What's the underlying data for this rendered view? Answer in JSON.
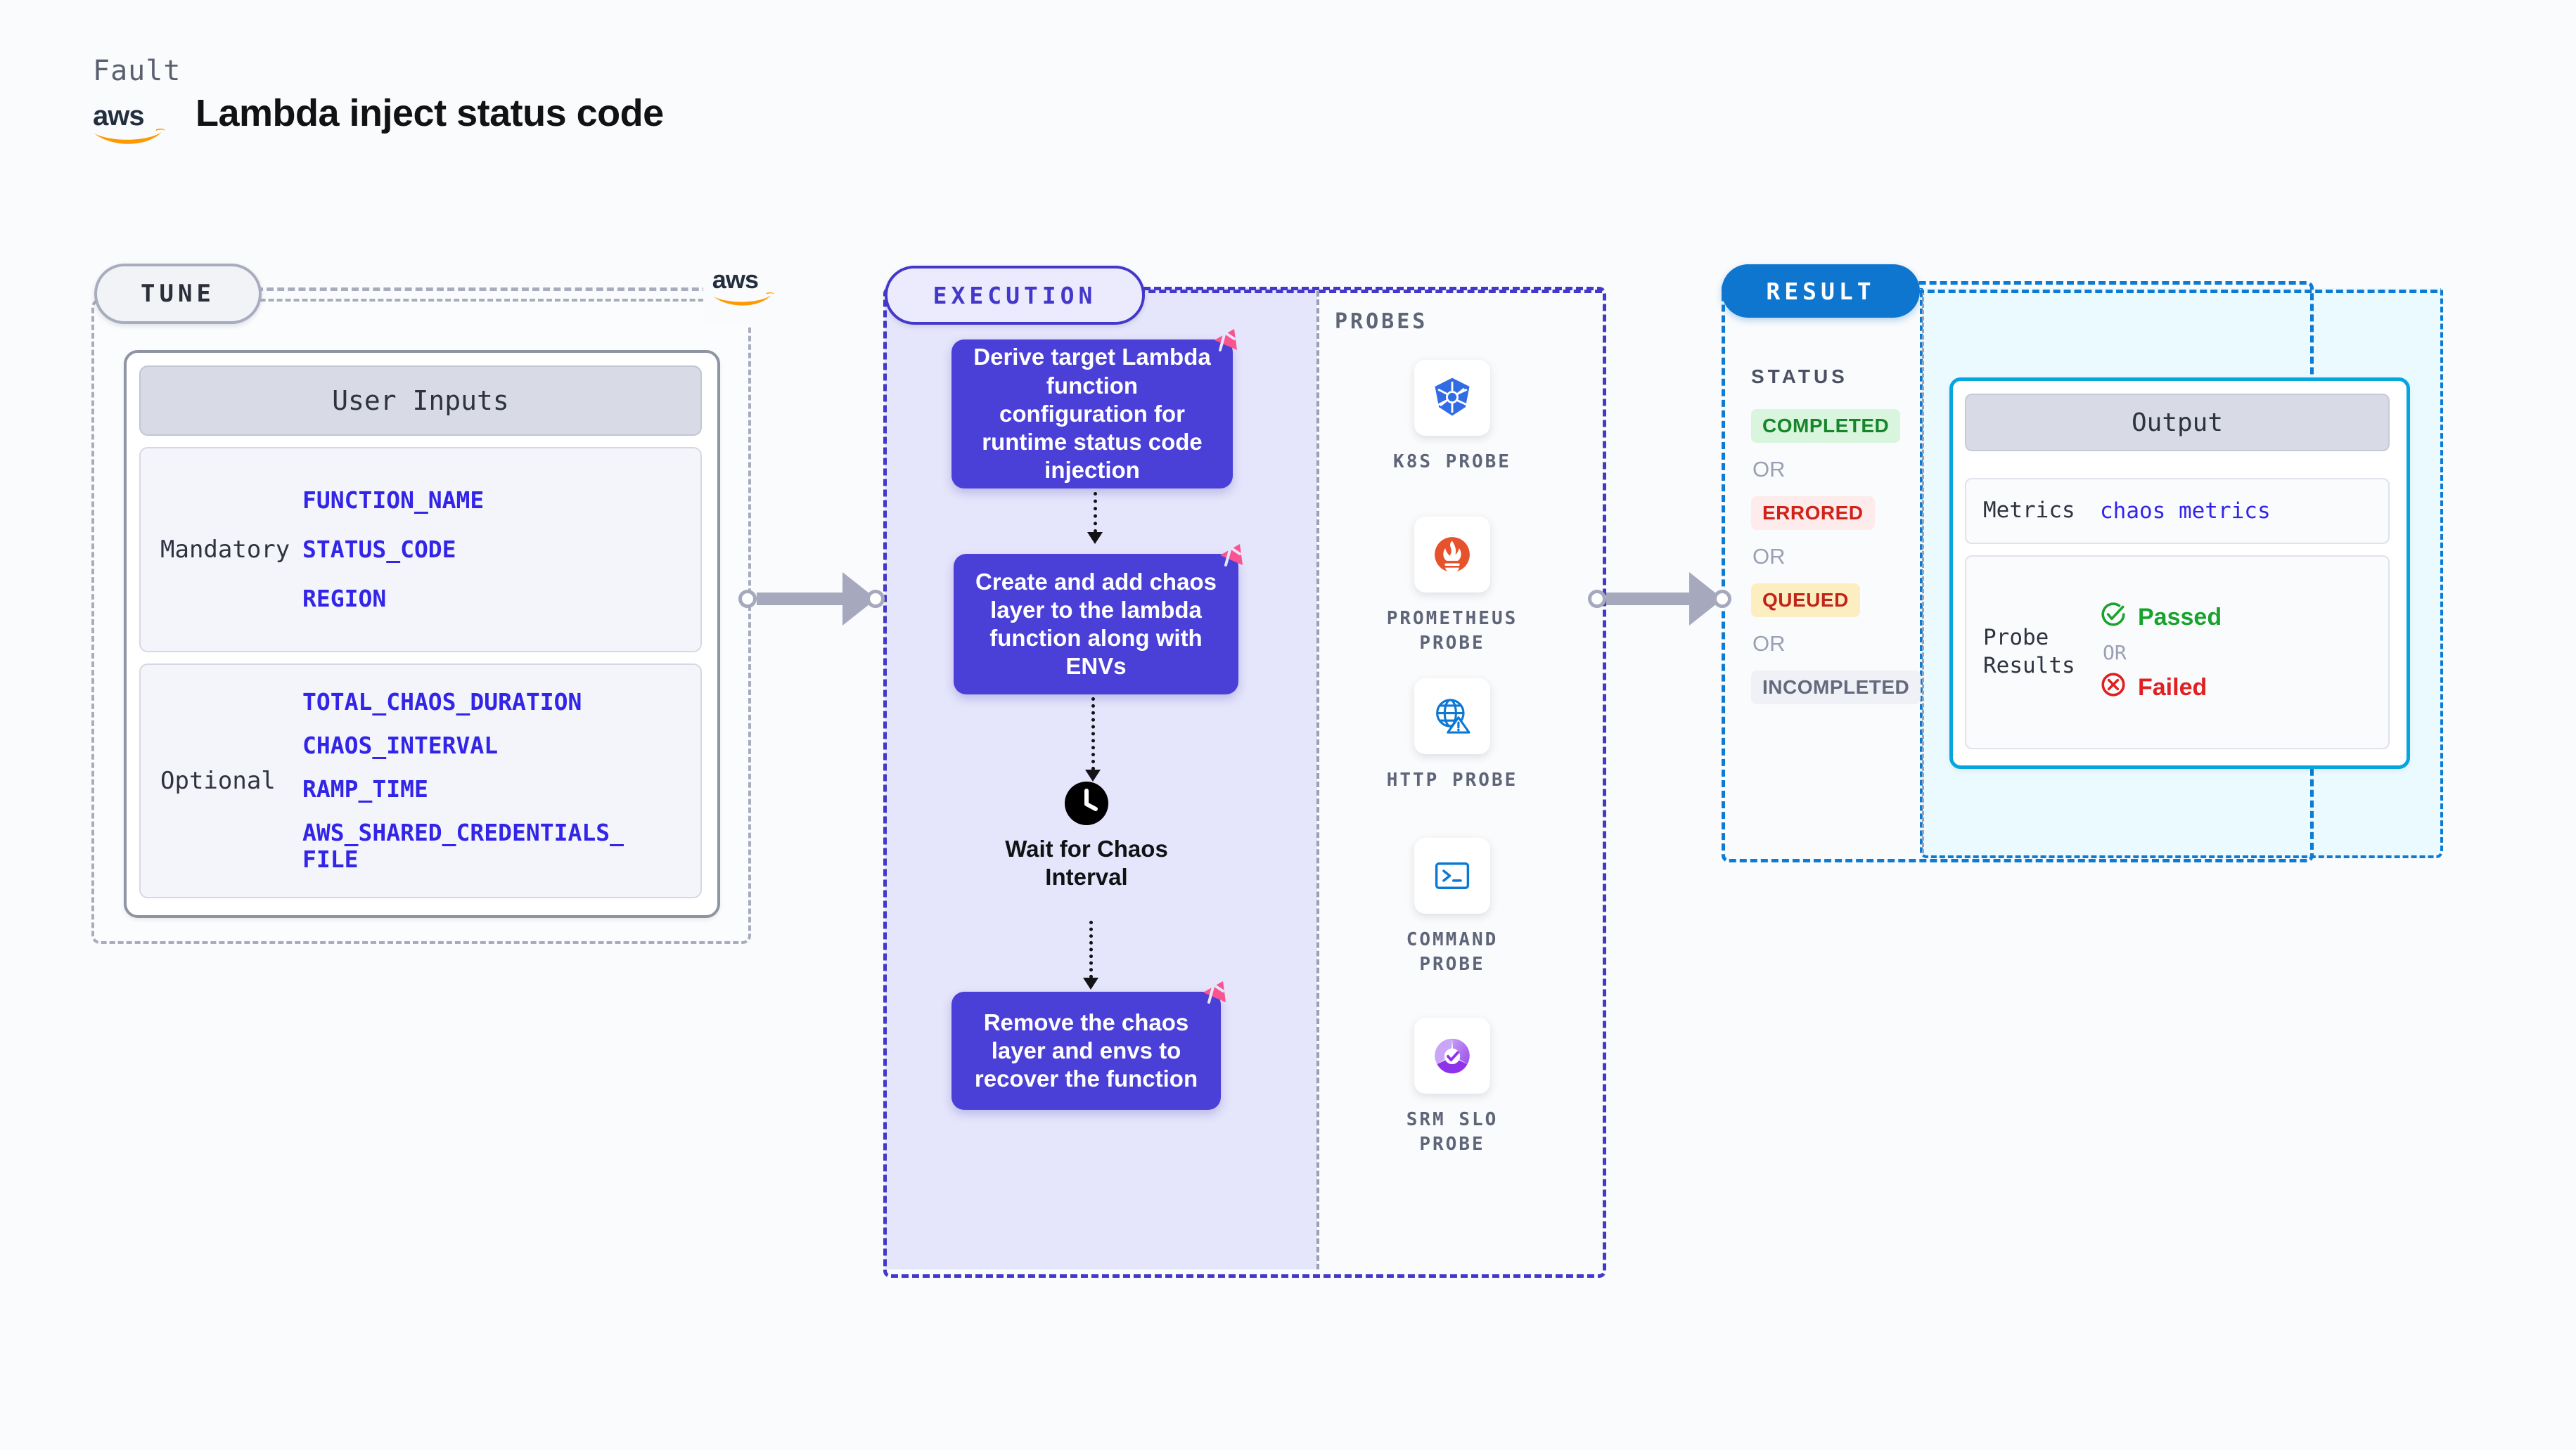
{
  "header": {
    "kicker": "Fault",
    "title": "Lambda inject status code",
    "provider_logo": "aws-logo"
  },
  "tune": {
    "pill_label": "TUNE",
    "provider_badge_icon": "aws-logo-icon",
    "card_title": "User Inputs",
    "groups": [
      {
        "label": "Mandatory",
        "params": [
          "FUNCTION_NAME",
          "STATUS_CODE",
          "REGION"
        ]
      },
      {
        "label": "Optional",
        "params": [
          "TOTAL_CHAOS_DURATION",
          "CHAOS_INTERVAL",
          "RAMP_TIME",
          "AWS_SHARED_CREDENTIALS_\nFILE"
        ]
      }
    ]
  },
  "execution": {
    "pill_label": "EXECUTION",
    "steps": [
      {
        "text": "Derive target Lambda function configuration for runtime status code injection",
        "badge_icon": "litmus-corner-icon"
      },
      {
        "text": "Create and add chaos layer to the lambda function along with ENVs",
        "badge_icon": "litmus-corner-icon"
      },
      {
        "text": "Remove the chaos layer and envs to recover the function",
        "badge_icon": "litmus-corner-icon"
      }
    ],
    "wait_node": {
      "icon": "clock-icon",
      "label": "Wait for Chaos Interval"
    }
  },
  "probes": {
    "section_label": "PROBES",
    "items": [
      {
        "name": "K8S PROBE",
        "icon": "kubernetes-icon"
      },
      {
        "name": "PROMETHEUS PROBE",
        "icon": "prometheus-icon"
      },
      {
        "name": "HTTP PROBE",
        "icon": "http-globe-warning-icon"
      },
      {
        "name": "COMMAND PROBE",
        "icon": "terminal-icon"
      },
      {
        "name": "SRM SLO PROBE",
        "icon": "srm-slo-icon"
      }
    ]
  },
  "result": {
    "pill_label": "RESULT",
    "status_label": "STATUS",
    "or_label": "OR",
    "statuses": [
      {
        "label": "COMPLETED",
        "bg": "#d9f5dd",
        "fg": "#17862a"
      },
      {
        "label": "ERRORED",
        "bg": "#fdeceb",
        "fg": "#cf2218"
      },
      {
        "label": "QUEUED",
        "bg": "#fdeec2",
        "fg": "#c12418"
      },
      {
        "label": "INCOMPLETED",
        "bg": "#f0f1f6",
        "fg": "#646a7d"
      }
    ]
  },
  "output": {
    "title": "Output",
    "metrics_key": "Metrics",
    "metrics_value": "chaos metrics",
    "probe_results_key": "Probe\nResults",
    "or_label": "OR",
    "passed_label": "Passed",
    "failed_label": "Failed",
    "passed_icon": "check-circle-icon",
    "failed_icon": "x-circle-icon"
  },
  "colors": {
    "tune_border": "#a8adbd",
    "execution_accent": "#4338ca",
    "execution_fill": "#e5e5fb",
    "step_box": "#4a3fd6",
    "result_accent": "#0d7bd4",
    "output_fill": "#eafaff",
    "output_card_border": "#05a5de",
    "param_text": "#3225e8",
    "litmus_pink": "#f9548f"
  }
}
